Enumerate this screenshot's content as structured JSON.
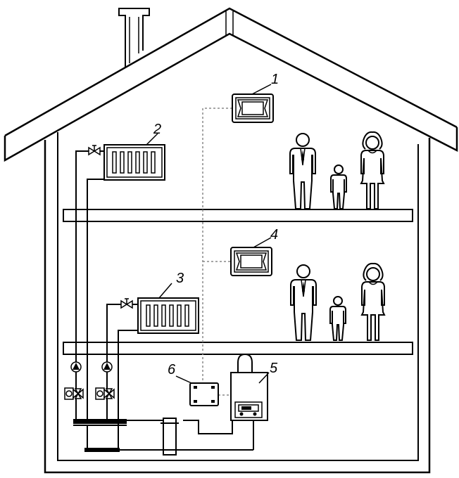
{
  "callouts": {
    "thermostat_upper": "1",
    "radiator_upper": "2",
    "radiator_lower": "3",
    "thermostat_lower": "4",
    "boiler": "5",
    "controller": "6"
  },
  "colors": {
    "stroke": "#000000",
    "signal_line": "#888888",
    "background": "#ffffff"
  }
}
